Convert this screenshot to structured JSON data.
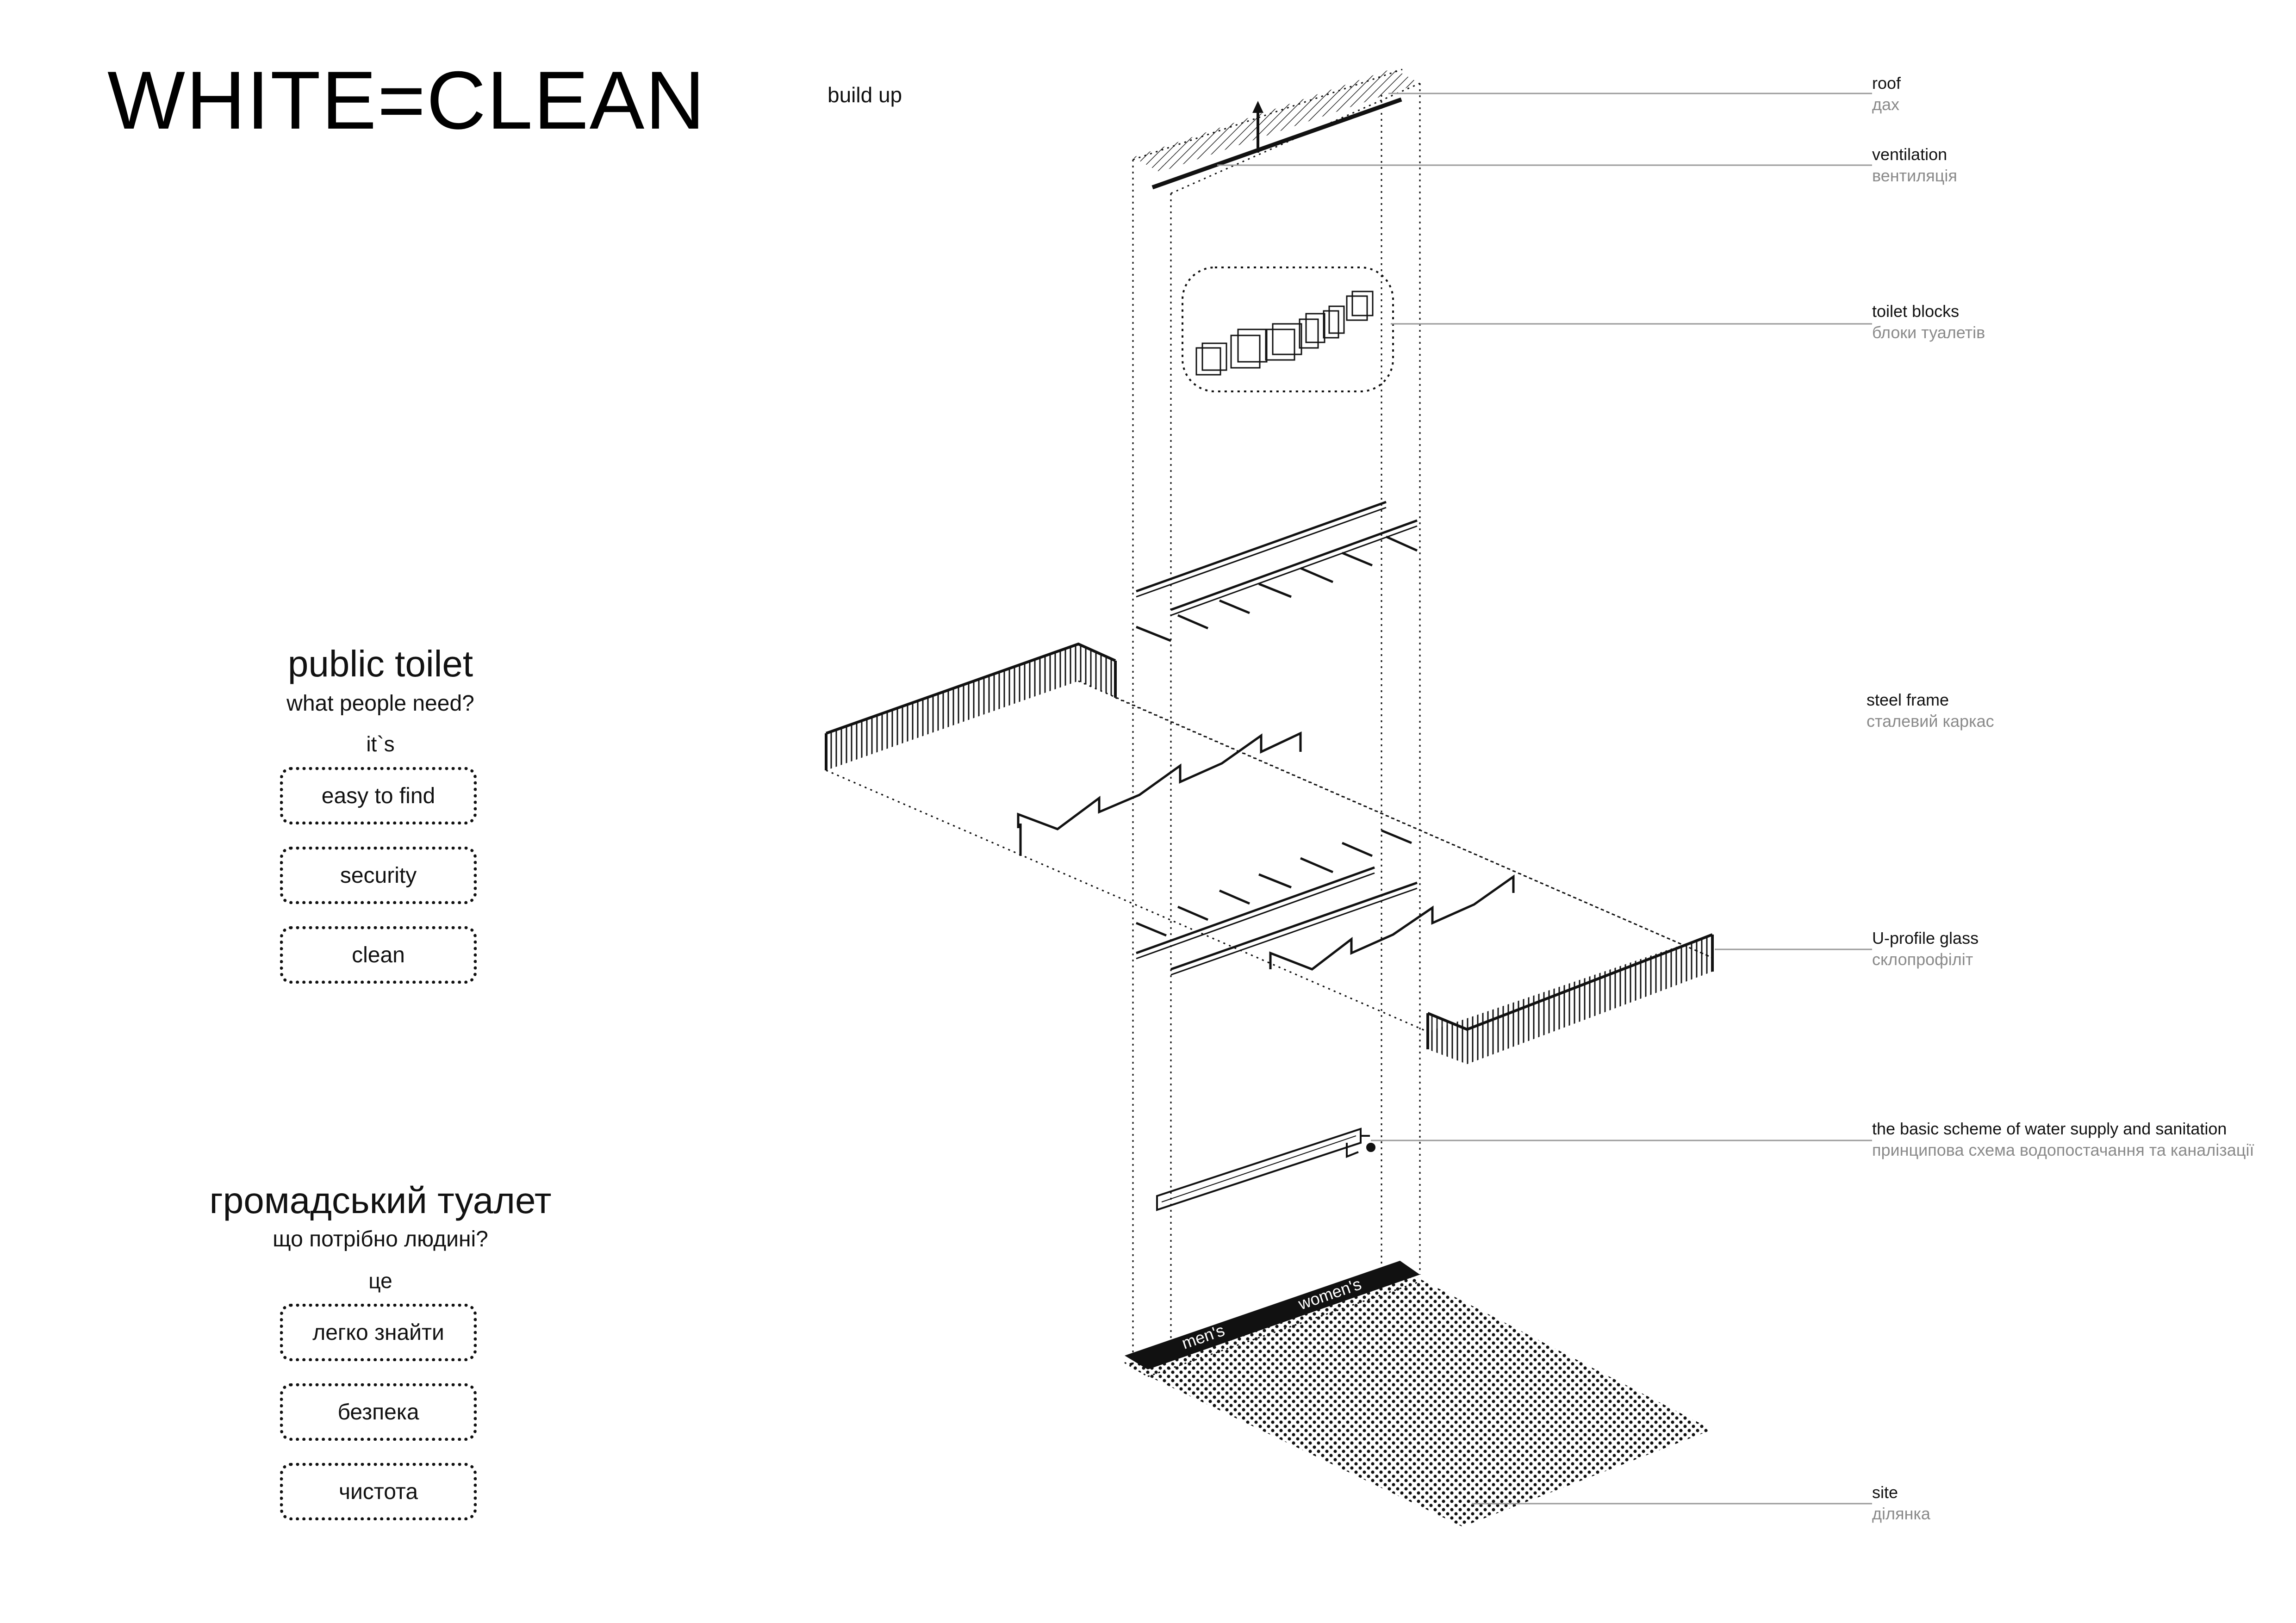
{
  "title": "WHITE=CLEAN",
  "build_up": "build up",
  "panel_en": {
    "heading": "public toilet",
    "question": "what people need?",
    "its": "it`s",
    "items": [
      "easy to find",
      "security",
      "clean"
    ]
  },
  "panel_ua": {
    "heading": "громадський туалет",
    "question": "що потрібно людині?",
    "its": "це",
    "items": [
      "легко знайти",
      "безпека",
      "чистота"
    ]
  },
  "legend": [
    {
      "en": "roof",
      "ua": "дах"
    },
    {
      "en": "ventilation",
      "ua": "вентиляція"
    },
    {
      "en": "toilet blocks",
      "ua": "блоки туалетів"
    },
    {
      "en": "steel frame",
      "ua": "сталевий каркас"
    },
    {
      "en": "U-profile glass",
      "ua": "склопрофіліт"
    },
    {
      "en": "the basic scheme of water supply and sanitation",
      "ua": "принципова схема водопостачання та каналізації"
    },
    {
      "en": "site",
      "ua": "ділянка"
    }
  ],
  "floor_labels": {
    "men": "men's",
    "women": "women's"
  },
  "colors": {
    "ink": "#111111",
    "secondary_text": "#8a8a8a",
    "guide_line": "#9a9a9a"
  }
}
